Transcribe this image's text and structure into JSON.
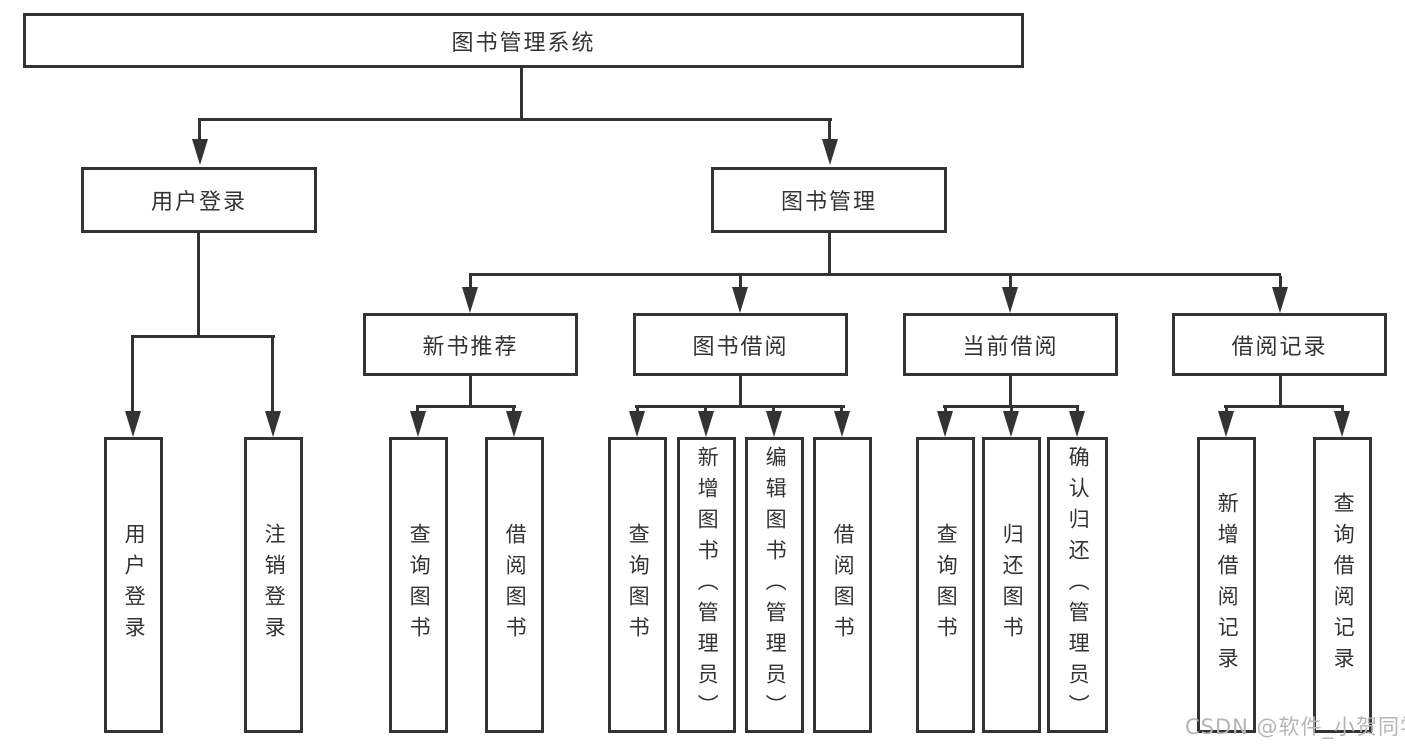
{
  "tree": {
    "label": "图书管理系统",
    "children": [
      {
        "label": "用户登录",
        "children": [
          {
            "label": "用户登录"
          },
          {
            "label": "注销登录"
          }
        ]
      },
      {
        "label": "图书管理",
        "children": [
          {
            "label": "新书推荐",
            "children": [
              {
                "label": "查询图书"
              },
              {
                "label": "借阅图书"
              }
            ]
          },
          {
            "label": "图书借阅",
            "children": [
              {
                "label": "查询图书"
              },
              {
                "label": "新增图书（管理员）"
              },
              {
                "label": "编辑图书（管理员）"
              },
              {
                "label": "借阅图书"
              }
            ]
          },
          {
            "label": "当前借阅",
            "children": [
              {
                "label": "查询图书"
              },
              {
                "label": "归还图书"
              },
              {
                "label": "确认归还（管理员）"
              }
            ]
          },
          {
            "label": "借阅记录",
            "children": [
              {
                "label": "新增借阅记录"
              },
              {
                "label": "查询借阅记录"
              }
            ]
          }
        ]
      }
    ]
  },
  "watermark": {
    "text": "CSDN @软件_小贺同学",
    "color": "#b5b5b5"
  },
  "colors": {
    "line": "#333333",
    "box_border": "#333333",
    "box_bg": "#ffffff",
    "text": "#333333"
  }
}
